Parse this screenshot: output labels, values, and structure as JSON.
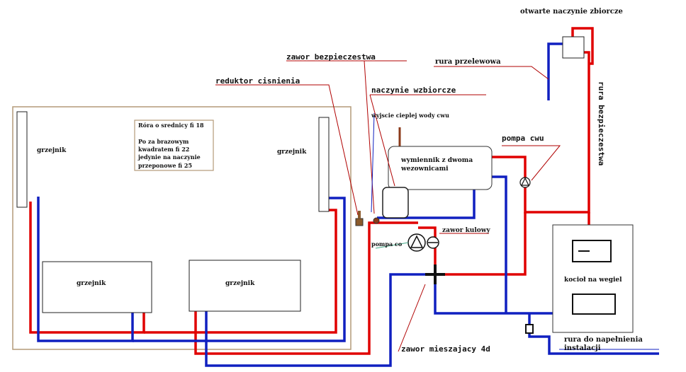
{
  "colors": {
    "hot_pipe": "#e00000",
    "cold_pipe": "#1020c0",
    "room_outline": "#b49a78",
    "leader": "#b00000",
    "brown": "#8b3a1a",
    "fill_valve": "#6a4a20"
  },
  "labels": {
    "open_tank": "otwarte naczynie zbiorcze",
    "overflow_pipe": "rura przelewowa",
    "safety_pipe": "rura bezpieczestwa",
    "safety_valve": "zawor bezpieczestwa",
    "pressure_reducer": "reduktor cisnienia",
    "expansion_vessel": "naczynie wzbiorcze",
    "hot_water_outlet": "wyjscie cieplej wody cwu",
    "dhw_pump": "pompa cwu",
    "ball_valve": "zawor kulowy",
    "ch_pump": "pompa co",
    "boiler": "kocioł na wegiel",
    "fill_pipe_line1": "rura do napełnienia",
    "fill_pipe_line2": "instalacji",
    "mixing_valve": "zawor mieszajacy 4d",
    "heat_exchanger_line1": "wymiennik z dwoma",
    "heat_exchanger_line2": "wezownicami"
  },
  "radiators": {
    "left_vertical": "grzejnik",
    "right_vertical": "grzejnik",
    "bottom_left": "grzejnik",
    "bottom_middle": "grzejnik"
  },
  "note": {
    "line1": "Róra o srednicy fi 18",
    "line2": "Po za brazowym",
    "line3": "kwadratem fi 22",
    "line4": "jedynie na naczynie",
    "line5": "przeponowe fi 25"
  }
}
